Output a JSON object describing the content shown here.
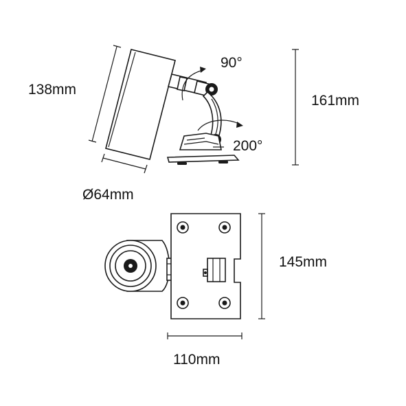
{
  "side_view": {
    "length_label": "138mm",
    "diameter_label": "Ø64mm",
    "tilt_label": "90°",
    "rotate_label": "200°",
    "height_label": "161mm"
  },
  "top_view": {
    "length_label": "145mm",
    "width_label": "110mm"
  }
}
